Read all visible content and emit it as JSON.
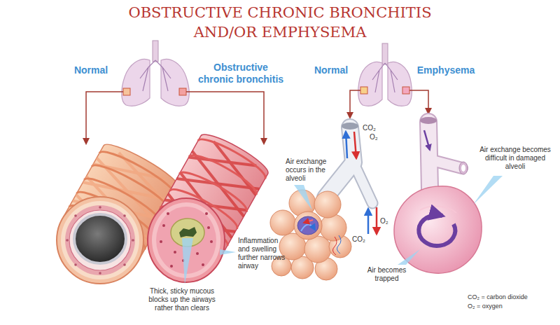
{
  "diagram": {
    "title": "OBSTRUCTIVE CHRONIC BRONCHITIS AND/OR EMPHYSEMA",
    "labels": [
      "Normal",
      "Obstructive chronic bronchitis",
      "Normal",
      "Emphysema",
      "Air exchange occurs in the alveoli",
      "Inflammation and swelling further narrows airway",
      "Thick, sticky mucous blocks up the airways rather than clears",
      "CO₂",
      "O₂",
      "O₂",
      "CO₂",
      "Air exchange becomes difficult in damaged alveoli",
      "Air becomes trapped",
      "CO₂ = carbon dioxide",
      "O₂ = oxygen"
    ]
  }
}
